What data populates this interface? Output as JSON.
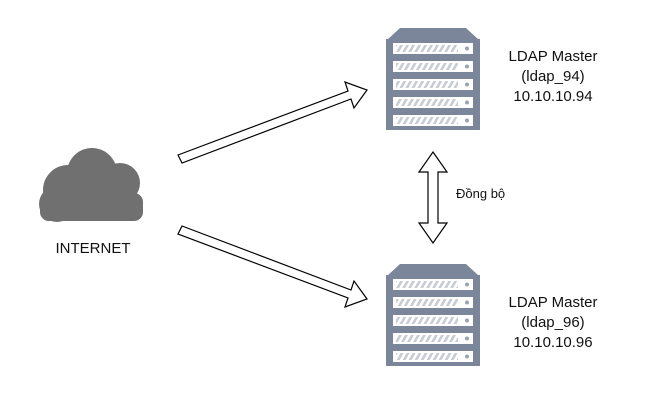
{
  "internet": {
    "label": "INTERNET",
    "icon": "cloud-icon",
    "color": "#707070"
  },
  "servers": [
    {
      "name": "LDAP Master",
      "hostname": "(ldap_94)",
      "ip": "10.10.10.94",
      "icon": "server-icon"
    },
    {
      "name": "LDAP Master",
      "hostname": "(ldap_96)",
      "ip": "10.10.10.96",
      "icon": "server-icon"
    }
  ],
  "sync": {
    "label": "Đồng bộ"
  },
  "colors": {
    "server_body": "#7b869b",
    "server_slot": "#ffffff",
    "server_hatch": "#c8ccd4",
    "arrow_stroke": "#000000",
    "arrow_fill": "#ffffff"
  }
}
